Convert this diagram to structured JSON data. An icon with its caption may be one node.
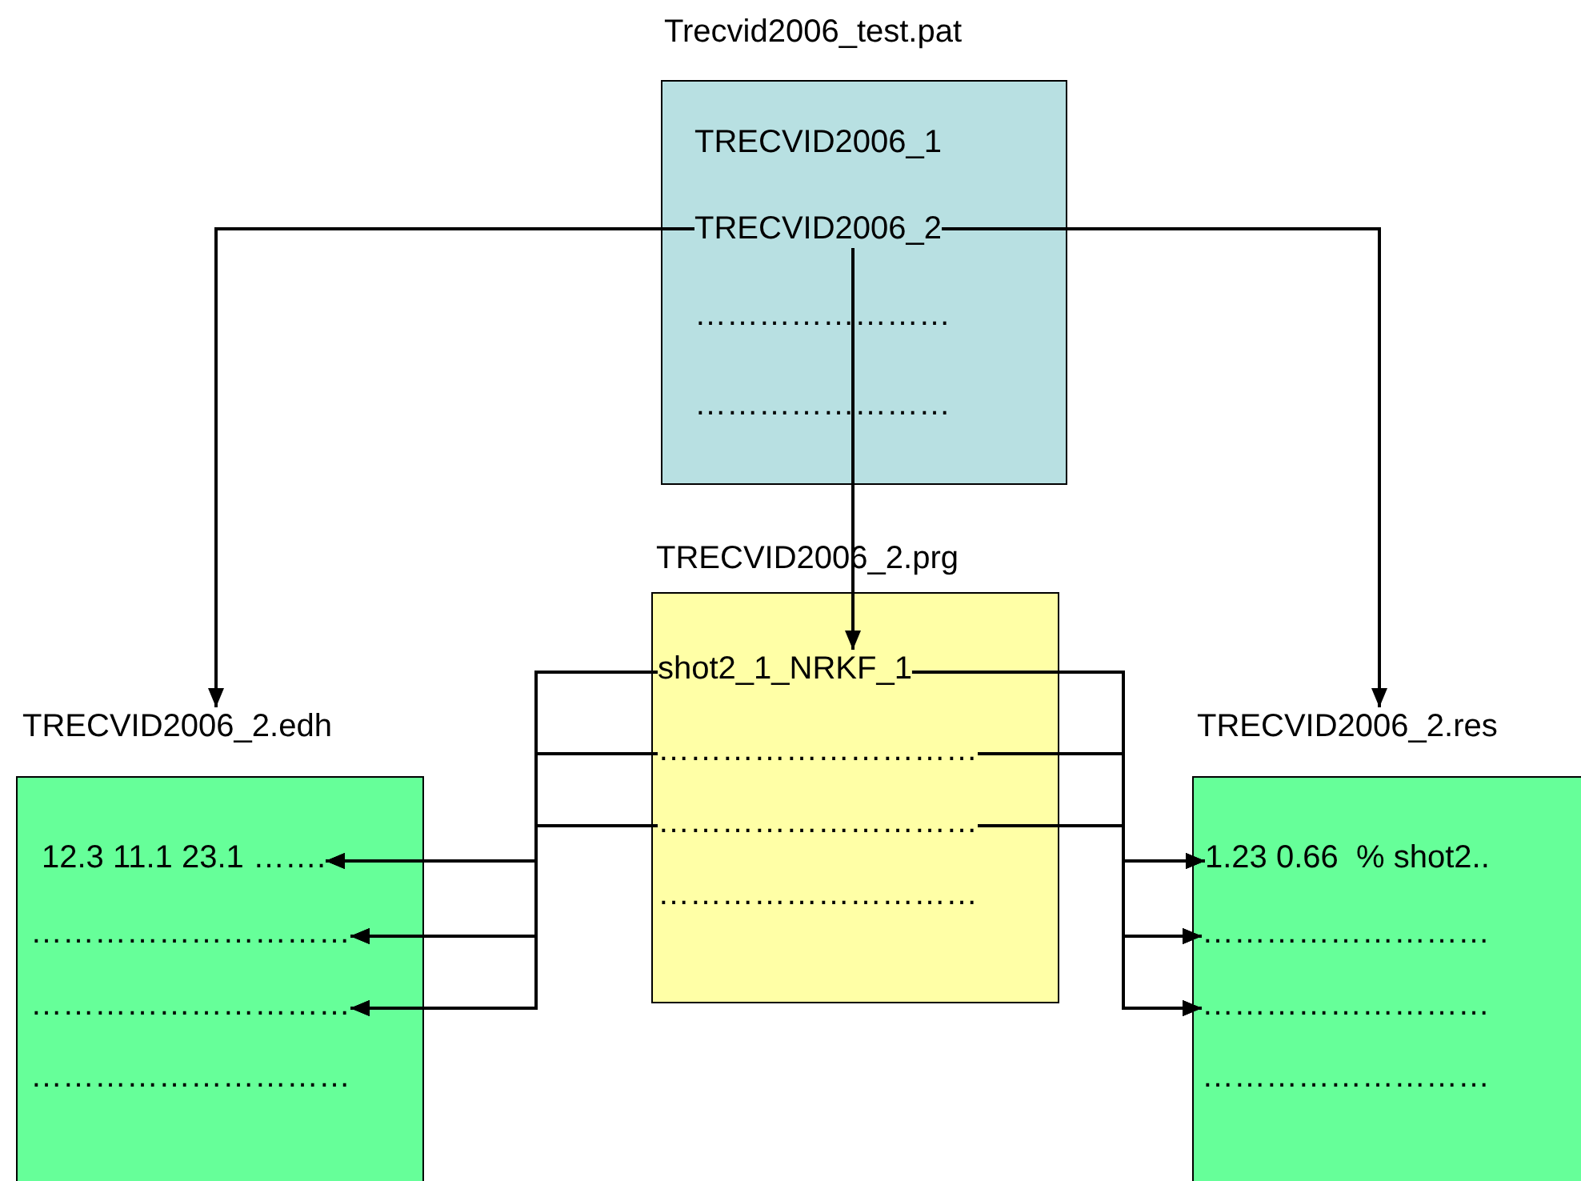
{
  "diagram": {
    "nodes": [
      {
        "text": [
          "Trecvid2006_test.pat"
        ]
      },
      {
        "text": [
          "TRECVID2006_1"
        ],
        "in": 0
      },
      {
        "text": [
          "TRECVID2006_2"
        ],
        "in": 0
      },
      {
        "text": [
          "……………………"
        ],
        "in": 0
      },
      {
        "text": [
          "……………………"
        ],
        "in": 0
      },
      {
        "text": [
          "TRECVID2006_2.prg"
        ]
      },
      {
        "text": [
          "shot2_1_NRKF_1"
        ],
        "in": 5
      },
      {
        "text": [
          "…………………………"
        ],
        "in": 5
      },
      {
        "text": [
          "…………………………"
        ],
        "in": 5
      },
      {
        "text": [
          "…………………………"
        ],
        "in": 5
      },
      {
        "text": [
          "TRECVID2006_2.edh"
        ]
      },
      {
        "text": [
          "12.3 11.1 23.1 ……."
        ],
        "in": 10
      },
      {
        "text": [
          "…………………………"
        ],
        "in": 10
      },
      {
        "text": [
          "…………………………"
        ],
        "in": 10
      },
      {
        "text": [
          "…………………………"
        ],
        "in": 10
      },
      {
        "text": [
          "TRECVID2006_2.res"
        ]
      },
      {
        "text": [
          "1.23 0.66  % shot2.."
        ],
        "in": 15
      },
      {
        "text": [
          "………………………"
        ],
        "in": 15
      },
      {
        "text": [
          "………………………"
        ],
        "in": 15
      },
      {
        "text": [
          "………………………"
        ],
        "in": 15
      }
    ],
    "edges": [
      {
        "from": 2,
        "to": 10,
        "arrow": "to"
      },
      {
        "from": 2,
        "to": 6,
        "arrow": "to"
      },
      {
        "from": 2,
        "to": 15,
        "arrow": "to"
      },
      {
        "from": 6,
        "to": 11,
        "arrow": "to"
      },
      {
        "from": 6,
        "to": 12,
        "arrow": "to"
      },
      {
        "from": 6,
        "to": 13,
        "arrow": "to"
      },
      {
        "from": 7,
        "to": 11,
        "arrow": "to"
      },
      {
        "from": 7,
        "to": 12,
        "arrow": "to"
      },
      {
        "from": 7,
        "to": 13,
        "arrow": "to"
      },
      {
        "from": 8,
        "to": 11,
        "arrow": "to"
      },
      {
        "from": 8,
        "to": 12,
        "arrow": "to"
      },
      {
        "from": 8,
        "to": 13,
        "arrow": "to"
      },
      {
        "from": 6,
        "to": 16,
        "arrow": "to"
      },
      {
        "from": 6,
        "to": 17,
        "arrow": "to"
      },
      {
        "from": 6,
        "to": 18,
        "arrow": "to"
      },
      {
        "from": 7,
        "to": 16,
        "arrow": "to"
      },
      {
        "from": 7,
        "to": 17,
        "arrow": "to"
      },
      {
        "from": 7,
        "to": 18,
        "arrow": "to"
      },
      {
        "from": 8,
        "to": 16,
        "arrow": "to"
      },
      {
        "from": 8,
        "to": 17,
        "arrow": "to"
      },
      {
        "from": 8,
        "to": 18,
        "arrow": "to"
      }
    ]
  }
}
